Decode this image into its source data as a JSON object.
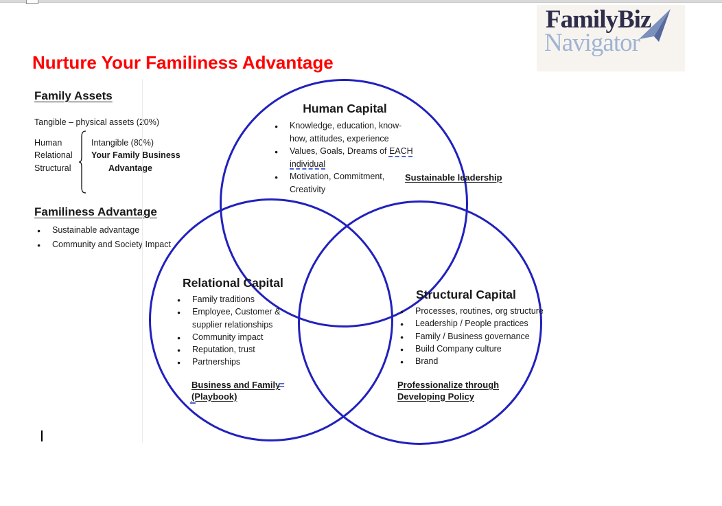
{
  "title": "Nurture Your Familiness Advantage",
  "logo": {
    "brand_top": "FamilyBiz",
    "brand_bottom": "Navigator"
  },
  "family_assets": {
    "heading": "Family Assets",
    "tangible_line": "Tangible – physical assets (20%)",
    "asset_types": [
      "Human",
      "Relational",
      "Structural"
    ],
    "intangible_lines": [
      "Intangible (80%)",
      "Your Family Business",
      "Advantage"
    ]
  },
  "familiness_advantage": {
    "heading": "Familiness Advantage",
    "bullets": [
      "Sustainable advantage",
      "Community and Society Impact"
    ]
  },
  "venn": {
    "human": {
      "title": "Human Capital",
      "bullets": [
        [
          {
            "t": "Knowledge, education, know-"
          },
          {
            "br": true
          },
          {
            "t": "how, attitudes, experience"
          }
        ],
        [
          {
            "t": "Values, Goals, Dreams of "
          },
          {
            "t": "EACH",
            "u": true
          },
          {
            "br": true
          },
          {
            "t": "individual",
            "u": true
          }
        ],
        [
          {
            "t": "Motivation, Commitment,"
          },
          {
            "br": true
          },
          {
            "t": "Creativity"
          }
        ]
      ],
      "note": "Sustainable leadership"
    },
    "relational": {
      "title": "Relational Capital",
      "bullets": [
        "Family traditions",
        [
          {
            "t": "Employee, Customer &"
          },
          {
            "br": true
          },
          {
            "t": "supplier relationships"
          }
        ],
        "Community impact",
        "Reputation, trust",
        "Partnerships"
      ],
      "note_lines": [
        "Business and Family",
        "(Playbook)"
      ],
      "equals_mark": "="
    },
    "structural": {
      "title": "Structural Capital",
      "bullets": [
        "Processes, routines, org structure",
        "Leadership / People practices",
        "Family / Business governance",
        "Build Company culture",
        "Brand"
      ],
      "note_lines": [
        "Professionalize through",
        "Developing Policy"
      ]
    }
  },
  "colors": {
    "title_red": "#ff0000",
    "circle_blue": "#2121bd",
    "logo_navy": "#2e2e4a",
    "logo_blue": "#a0b4d2",
    "logo_arrow": "#7b90bb",
    "logo_arrow_dark": "#55699c",
    "grammar_mark_blue": "#4a63d0"
  }
}
